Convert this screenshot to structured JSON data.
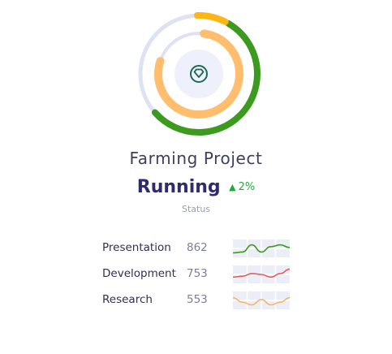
{
  "project": {
    "title": "Farming Project",
    "status_value": "Running",
    "status_label": "Status",
    "change": "2%",
    "change_direction": "up",
    "center_icon": "diamond-icon"
  },
  "rings": {
    "outer_progress_green": 0.55,
    "outer_progress_yellow": 0.08,
    "inner_progress_orange": 0.78
  },
  "metrics": [
    {
      "label": "Presentation",
      "value": "862",
      "trend_color": "#3c9a1e"
    },
    {
      "label": "Development",
      "value": "753",
      "trend_color": "#e65a5a"
    },
    {
      "label": "Research",
      "value": "553",
      "trend_color": "#f7b56b"
    }
  ],
  "colors": {
    "ring_track": "#dfe2f2",
    "ring_green": "#3c9a1e",
    "ring_yellow": "#fdb614",
    "ring_orange": "#ffbe6e",
    "center_bg": "#eef1fb",
    "icon_color": "#1b6b52",
    "status_text": "#2f2c6e",
    "positive": "#1faa3a"
  }
}
